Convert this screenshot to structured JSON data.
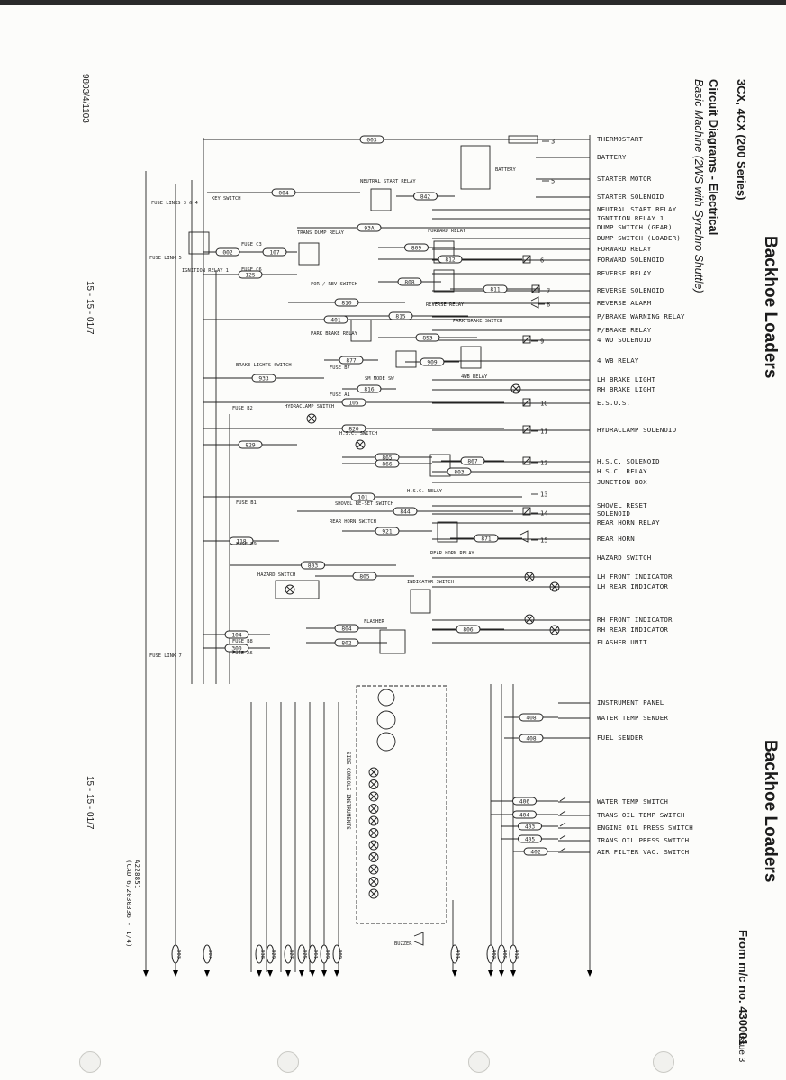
{
  "header": {
    "model": "3CX, 4CX (200 Series)",
    "section": "Circuit Diagrams - Electrical",
    "subtitle": "Basic Machine (2WS with Synchro Shuttle)",
    "product_top": "Backhoe Loaders",
    "product_bottom": "Backhoe Loaders",
    "serial": "From m/c no. 430001"
  },
  "margin": {
    "doc_ref": "9803/4/1103",
    "page_ref_top": "15 - 15 - 01/7",
    "page_ref_bottom": "15 - 15 - 01/7",
    "drawing_ref": "A228851",
    "drawing_ref2": "(CAD 6/2030336 - 1/4)",
    "issue": "Issue 3"
  },
  "components": [
    "THERMOSTART",
    "BATTERY",
    "STARTER MOTOR",
    "STARTER SOLENOID",
    "NEUTRAL START RELAY",
    "IGNITION RELAY 1",
    "DUMP SWITCH (GEAR)",
    "DUMP SWITCH (LOADER)",
    "FORWARD RELAY",
    "FORWARD SOLENOID",
    "REVERSE RELAY",
    "REVERSE SOLENOID",
    "REVERSE ALARM",
    "P/BRAKE WARNING RELAY",
    "P/BRAKE RELAY",
    "4 WD SOLENOID",
    "4 WB RELAY",
    "LH BRAKE LIGHT",
    "RH BRAKE LIGHT",
    "E.S.O.S.",
    "HYDRACLAMP SOLENOID",
    "H.S.C. SOLENOID",
    "H.S.C. RELAY",
    "JUNCTION BOX",
    "SHOVEL RESET",
    "SOLENOID",
    "REAR HORN RELAY",
    "REAR HORN",
    "HAZARD SWITCH",
    "LH FRONT INDICATOR",
    "LH REAR INDICATOR",
    "RH FRONT INDICATOR",
    "RH REAR INDICATOR",
    "FLASHER UNIT",
    "INSTRUMENT PANEL",
    "WATER TEMP SENDER",
    "FUEL SENDER",
    "WATER TEMP SWITCH",
    "TRANS OIL TEMP SWITCH",
    "ENGINE OIL PRESS SWITCH",
    "TRANS OIL PRESS SWITCH",
    "AIR FILTER VAC. SWITCH"
  ],
  "wires": [
    {
      "label": "003"
    },
    {
      "label": "004"
    },
    {
      "label": "842"
    },
    {
      "label": "93A"
    },
    {
      "label": "002"
    },
    {
      "label": "107"
    },
    {
      "label": "809"
    },
    {
      "label": "812"
    },
    {
      "label": "125"
    },
    {
      "label": "808"
    },
    {
      "label": "811"
    },
    {
      "label": "810"
    },
    {
      "label": "401"
    },
    {
      "label": "815"
    },
    {
      "label": "853"
    },
    {
      "label": "877"
    },
    {
      "label": "909"
    },
    {
      "label": "933"
    },
    {
      "label": "816"
    },
    {
      "label": "105"
    },
    {
      "label": "820"
    },
    {
      "label": "829"
    },
    {
      "label": "865"
    },
    {
      "label": "867"
    },
    {
      "label": "866"
    },
    {
      "label": "803"
    },
    {
      "label": "101"
    },
    {
      "label": "844"
    },
    {
      "label": "921"
    },
    {
      "label": "118"
    },
    {
      "label": "871"
    },
    {
      "label": "803"
    },
    {
      "label": "805"
    },
    {
      "label": "804"
    },
    {
      "label": "806"
    },
    {
      "label": "802"
    },
    {
      "label": "104"
    },
    {
      "label": "300"
    },
    {
      "label": "408"
    },
    {
      "label": "408"
    },
    {
      "label": "406"
    },
    {
      "label": "404"
    },
    {
      "label": "403"
    },
    {
      "label": "405"
    },
    {
      "label": "402"
    }
  ],
  "terminals": [
    "3",
    "5",
    "6",
    "7",
    "8",
    "9",
    "10",
    "11",
    "12",
    "13",
    "14",
    "15"
  ],
  "bottom_wires": [
    "003",
    "007",
    "838",
    "829",
    "827",
    "825",
    "061",
    "809",
    "809",
    "411",
    "402",
    "405",
    "412"
  ],
  "small_labels": {
    "battery": "BATTERY",
    "key_switch": "KEY SWITCH",
    "neutral_start_relay": "NEUTRAL START RELAY",
    "fuse_links_34": "FUSE LINKS 3 & 4",
    "fuse_link_5": "FUSE LINK 5",
    "fuse_link_7": "FUSE LINK 7",
    "ignition_relay": "IGNITION RELAY 1",
    "fuse_c3": "FUSE C3",
    "fuse_c6": "FUSE C6",
    "trans_dump_relay": "TRANS DUMP RELAY",
    "forward_relay": "FORWARD RELAY",
    "for_rev_switch": "FOR / REV SWITCH",
    "reverse_relay": "REVERSE RELAY",
    "park_brake_switch": "PARK BRAKE SWITCH",
    "park_brake_relay": "PARK BRAKE RELAY",
    "brake_lights_switch": "BRAKE LIGHTS SWITCH",
    "fuse_b7": "FUSE B7",
    "fuse_a1": "FUSE A1",
    "sm_mode_sw": "SM MODE SW",
    "fourwb_relay": "4WB RELAY",
    "fuse_b2": "FUSE B2",
    "hydraclamp_switch": "HYDRACLAMP SWITCH",
    "hsc_switch": "H.S.C. SWITCH",
    "hsc_relay": "H.S.C. RELAY",
    "fuse_b1": "FUSE B1",
    "shovel_reset_switch": "SHOVEL RE-SET SWITCH",
    "rear_horn_switch": "REAR HORN SWITCH",
    "rear_horn_relay": "REAR HORN RELAY",
    "fuse_b9": "FUSE B9",
    "hazard_switch": "HAZARD SWITCH",
    "indicator_switch": "INDICATOR SWITCH",
    "flasher": "FLASHER",
    "fuse_b8": "FUSE B8",
    "fuse_a6": "FUSE A6",
    "side_console": "SIDE CONSOLE INSTRUMENTS",
    "buzzer": "BUZZER"
  },
  "colors": {
    "ink": "#1f1f1f",
    "paper": "#fcfcfa"
  }
}
